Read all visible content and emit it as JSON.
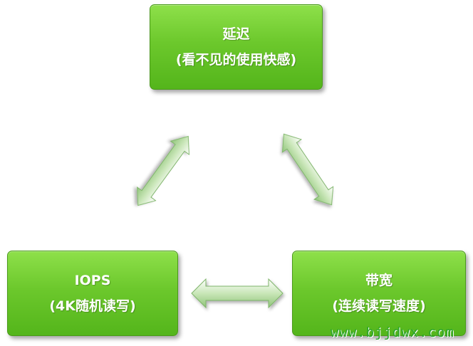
{
  "nodes": {
    "top": {
      "title": "延迟",
      "subtitle": "(看不见的使用快感)"
    },
    "left": {
      "title": "IOPS",
      "subtitle": "(4K随机读写)"
    },
    "right": {
      "title": "带宽",
      "subtitle": "(连续读写速度)"
    }
  },
  "connections": [
    {
      "from": "top",
      "to": "left",
      "type": "bidirectional"
    },
    {
      "from": "top",
      "to": "right",
      "type": "bidirectional"
    },
    {
      "from": "left",
      "to": "right",
      "type": "bidirectional"
    }
  ],
  "watermark": "www.bjjdwx.com",
  "colors": {
    "node_fill": "#6cc82c",
    "arrow_fill": "#b8dca8",
    "watermark": "#2aa52a"
  }
}
